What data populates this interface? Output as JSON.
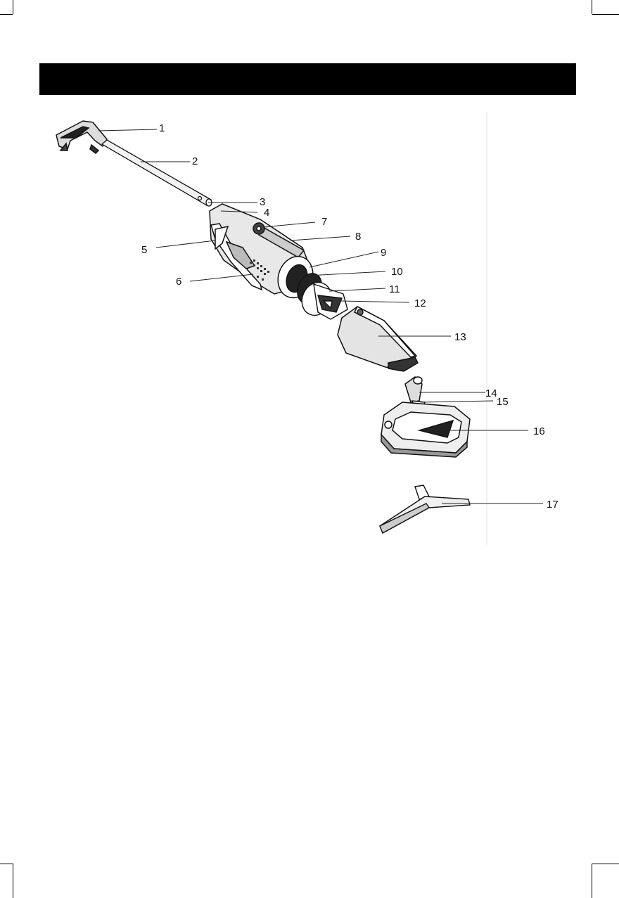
{
  "header": {
    "text": ""
  },
  "callouts": [
    {
      "id": 1,
      "label": "1"
    },
    {
      "id": 2,
      "label": "2"
    },
    {
      "id": 3,
      "label": "3"
    },
    {
      "id": 4,
      "label": "4"
    },
    {
      "id": 5,
      "label": "5"
    },
    {
      "id": 6,
      "label": "6"
    },
    {
      "id": 7,
      "label": "7"
    },
    {
      "id": 8,
      "label": "8"
    },
    {
      "id": 9,
      "label": "9"
    },
    {
      "id": 10,
      "label": "10"
    },
    {
      "id": 11,
      "label": "11"
    },
    {
      "id": 12,
      "label": "12"
    },
    {
      "id": 13,
      "label": "13"
    },
    {
      "id": 14,
      "label": "14"
    },
    {
      "id": 15,
      "label": "15"
    },
    {
      "id": 16,
      "label": "16"
    },
    {
      "id": 17,
      "label": "17"
    }
  ]
}
